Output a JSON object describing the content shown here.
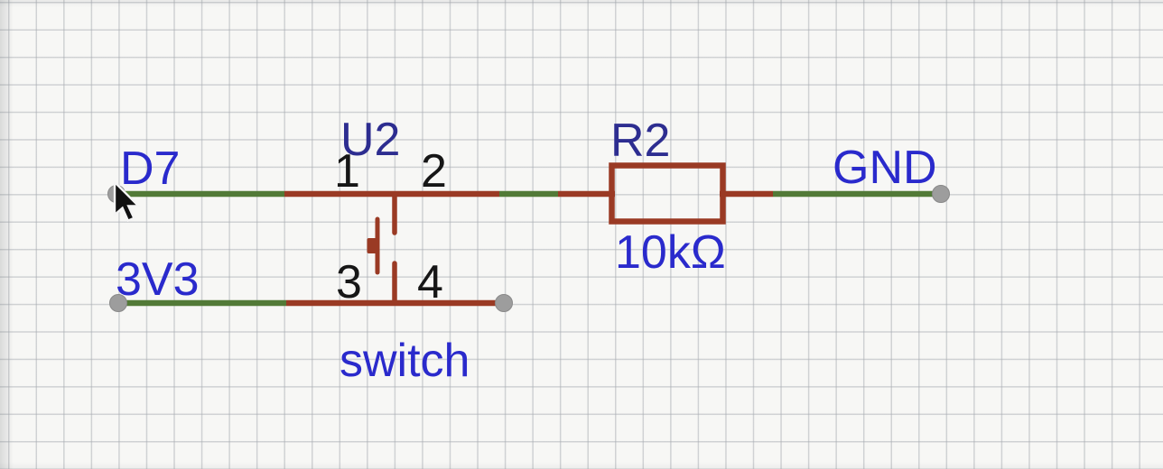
{
  "canvas": {
    "kind": "circuit-schematic-grid-canvas",
    "cursor_icon": "arrow-pointer"
  },
  "schematic": {
    "nets": {
      "d7": "D7",
      "v33": "3V3",
      "gnd": "GND"
    },
    "components": {
      "switch": {
        "ref": "U2",
        "value": "switch",
        "pins": {
          "p1": "1",
          "p2": "2",
          "p3": "3",
          "p4": "4"
        }
      },
      "resistor": {
        "ref": "R2",
        "value": "10kΩ"
      }
    },
    "colors": {
      "background": "#f7f7f5",
      "grid_line": "#d9dadc",
      "net_wire_green": "#527a37",
      "component_red": "#9a3a24",
      "net_label_blue": "#2a2acc",
      "ref_label_navy": "#2d2d90",
      "pin_number_black": "#161616",
      "terminal_gray": "#9d9d9d"
    }
  }
}
